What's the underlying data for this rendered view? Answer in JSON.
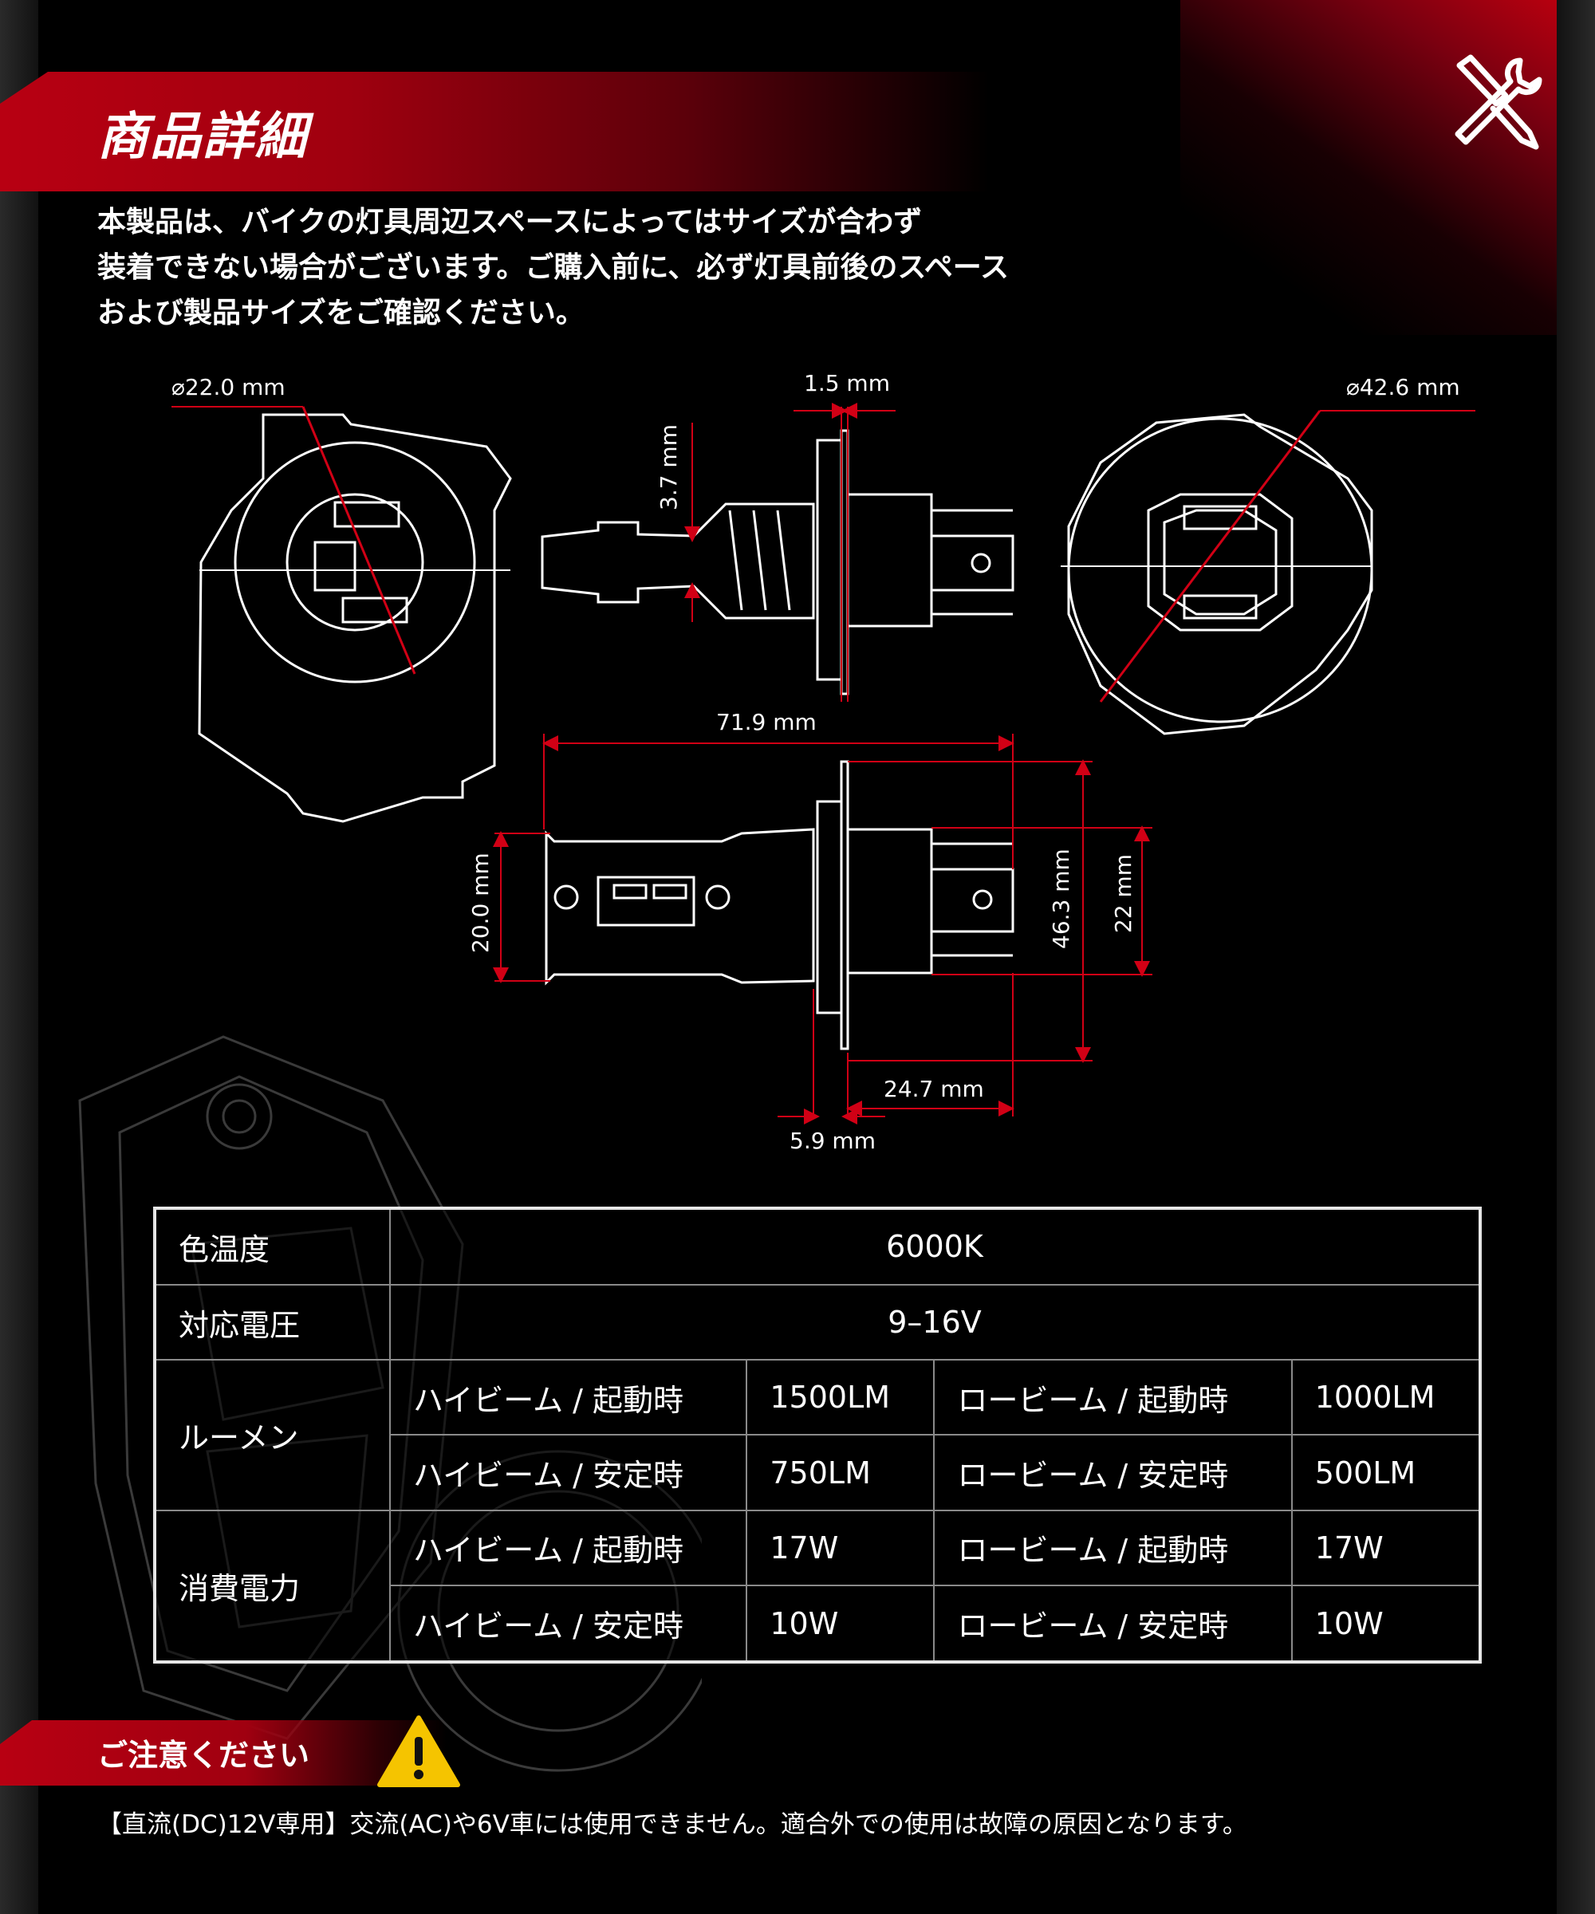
{
  "header": {
    "title": "商品詳細"
  },
  "intro": {
    "lines": [
      "本製品は、バイクの灯具周辺スペースによってはサイズが合わず",
      "装着できない場合がございます。ご購入前に、必ず灯具前後のスペース",
      "および製品サイズをご確認ください。"
    ]
  },
  "dimensions": {
    "base_diameter": "⌀22.0 mm",
    "flange_thickness": "1.5 mm",
    "flange_diameter": "⌀42.6 mm",
    "fin_gap": "3.7 mm",
    "total_length": "71.9 mm",
    "body_height": "20.0 mm",
    "flange_height": "46.3 mm",
    "connector_height": "22 mm",
    "connector_length": "24.7 mm",
    "flange_offset": "5.9 mm"
  },
  "specs": {
    "color_temp": {
      "label": "色温度",
      "value": "6000K"
    },
    "voltage": {
      "label": "対応電圧",
      "value": "9–16V"
    },
    "lumen": {
      "label": "ルーメン",
      "rows": [
        {
          "hi_label": "ハイビーム / 起動時",
          "hi_value": "1500LM",
          "lo_label": "ロービーム / 起動時",
          "lo_value": "1000LM"
        },
        {
          "hi_label": "ハイビーム / 安定時",
          "hi_value": "750LM",
          "lo_label": "ロービーム / 安定時",
          "lo_value": "500LM"
        }
      ]
    },
    "power": {
      "label": "消費電力",
      "rows": [
        {
          "hi_label": "ハイビーム / 起動時",
          "hi_value": "17W",
          "lo_label": "ロービーム / 起動時",
          "lo_value": "17W"
        },
        {
          "hi_label": "ハイビーム / 安定時",
          "hi_value": "10W",
          "lo_label": "ロービーム / 安定時",
          "lo_value": "10W"
        }
      ]
    }
  },
  "notice": {
    "title": "ご注意ください",
    "text": "【直流(DC)12V専用】交流(AC)や6V車には使用できません。適合外での使用は故障の原因となります。"
  },
  "colors": {
    "accent": "#b80012",
    "dimension_line": "#d10015",
    "warning": "#f5c400"
  }
}
